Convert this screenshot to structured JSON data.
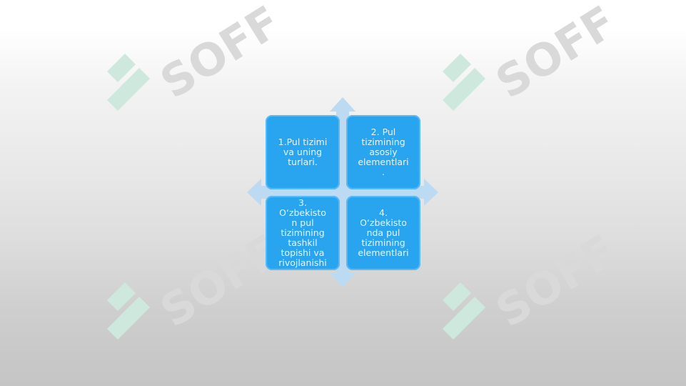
{
  "background": {
    "top_color": "#ffffff",
    "bottom_color": "#c4c4c4"
  },
  "watermark": {
    "text": "SOFF",
    "icon": "soff-logo-icon",
    "text_color": "#d9d9d9",
    "logo_color": "#cfe8dd"
  },
  "diagram": {
    "arrow_color": "#bcdaf2",
    "tile_color": "#29a4ef",
    "tile_text_color": "#eaf6ff",
    "tiles": [
      {
        "label": "1.Pul tizimi\nva uning\nturlari."
      },
      {
        "label": "2. Pul\ntizimining\nasosiy\nelementlari\n."
      },
      {
        "label": "3.\nO‘zbekisto\nn pul\ntizimining\ntashkil\ntopishi va\nrivojlanishi"
      },
      {
        "label": "4.\nO‘zbekisto\nnda pul\ntizimining\nelementlari"
      }
    ]
  }
}
